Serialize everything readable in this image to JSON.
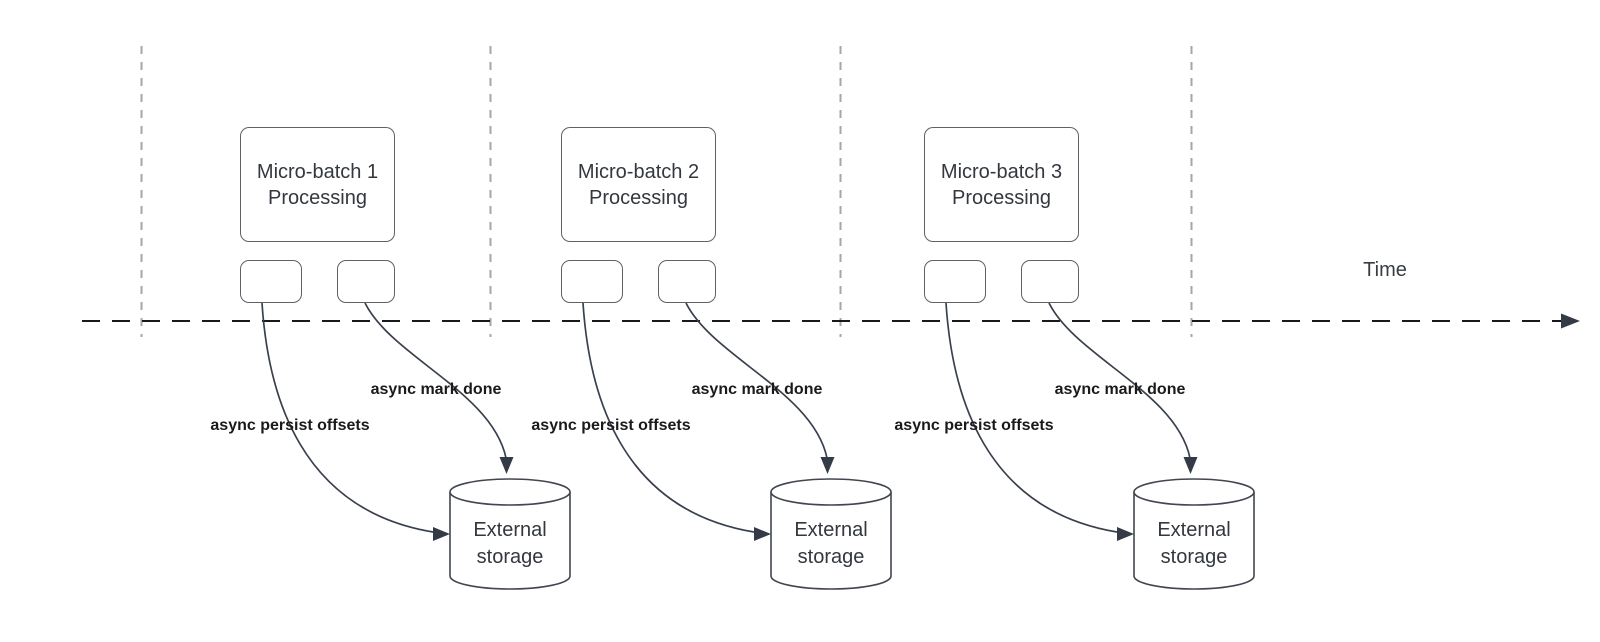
{
  "diagram": {
    "type": "micro-batch streaming timeline diagram",
    "time_axis": {
      "label": "Time"
    },
    "groups": [
      {
        "name": "micro-batch-1",
        "processing_box": {
          "line1": "Micro-batch 1",
          "line2": "Processing"
        },
        "persist_arrow_label": "async persist offsets",
        "done_arrow_label": "async mark done",
        "storage": {
          "line1": "External",
          "line2": "storage"
        }
      },
      {
        "name": "micro-batch-2",
        "processing_box": {
          "line1": "Micro-batch 2",
          "line2": "Processing"
        },
        "persist_arrow_label": "async persist offsets",
        "done_arrow_label": "async mark done",
        "storage": {
          "line1": "External",
          "line2": "storage"
        }
      },
      {
        "name": "micro-batch-3",
        "processing_box": {
          "line1": "Micro-batch 3",
          "line2": "Processing"
        },
        "persist_arrow_label": "async persist offsets",
        "done_arrow_label": "async mark done",
        "storage": {
          "line1": "External",
          "line2": "storage"
        }
      }
    ],
    "colors": {
      "background": "#ffffff",
      "shape_border": "#5d6269",
      "cylinder_border": "#41464f",
      "arrow": "#39404d",
      "arrowhead": "#343a46",
      "timeline": "#17191c",
      "guide_line": "#a6a6a6",
      "shape_text": "#33383f",
      "label_text": "#1a1a1a"
    }
  }
}
